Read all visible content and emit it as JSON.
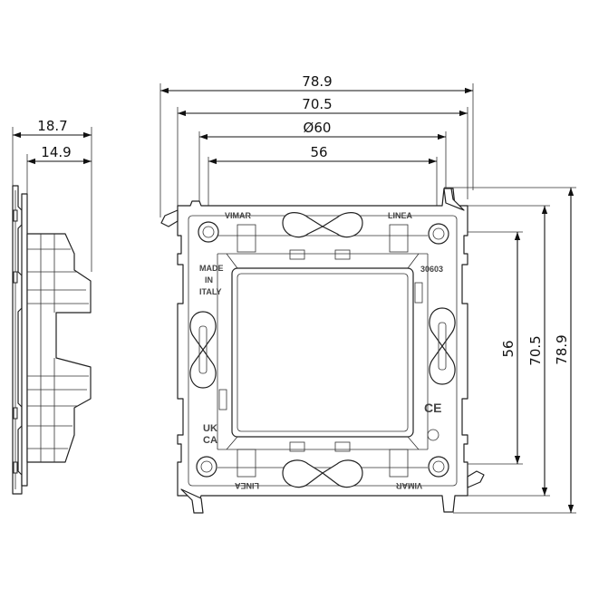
{
  "dimensions": {
    "top": [
      {
        "id": "outer-width",
        "label": "78.9"
      },
      {
        "id": "mount-width",
        "label": "70.5"
      },
      {
        "id": "diameter",
        "label": "Ø60"
      },
      {
        "id": "hole-width",
        "label": "56"
      }
    ],
    "right": [
      {
        "id": "hole-height",
        "label": "56"
      },
      {
        "id": "mount-height",
        "label": "70.5"
      },
      {
        "id": "outer-height",
        "label": "78.9"
      }
    ],
    "side": [
      {
        "id": "side-depth-total",
        "label": "18.7"
      },
      {
        "id": "side-depth-inner",
        "label": "14.9"
      }
    ]
  },
  "markings": {
    "brand_top_left": "VIMAR",
    "brand_top_right": "LINEA",
    "brand_bottom_left": "LINEA",
    "brand_bottom_right": "VIMAR",
    "code": "30603",
    "made_in_line1": "MADE",
    "made_in_line2": "IN",
    "made_in_line3": "ITALY",
    "ukca_line1": "UK",
    "ukca_line2": "CA",
    "ce": "CE"
  }
}
